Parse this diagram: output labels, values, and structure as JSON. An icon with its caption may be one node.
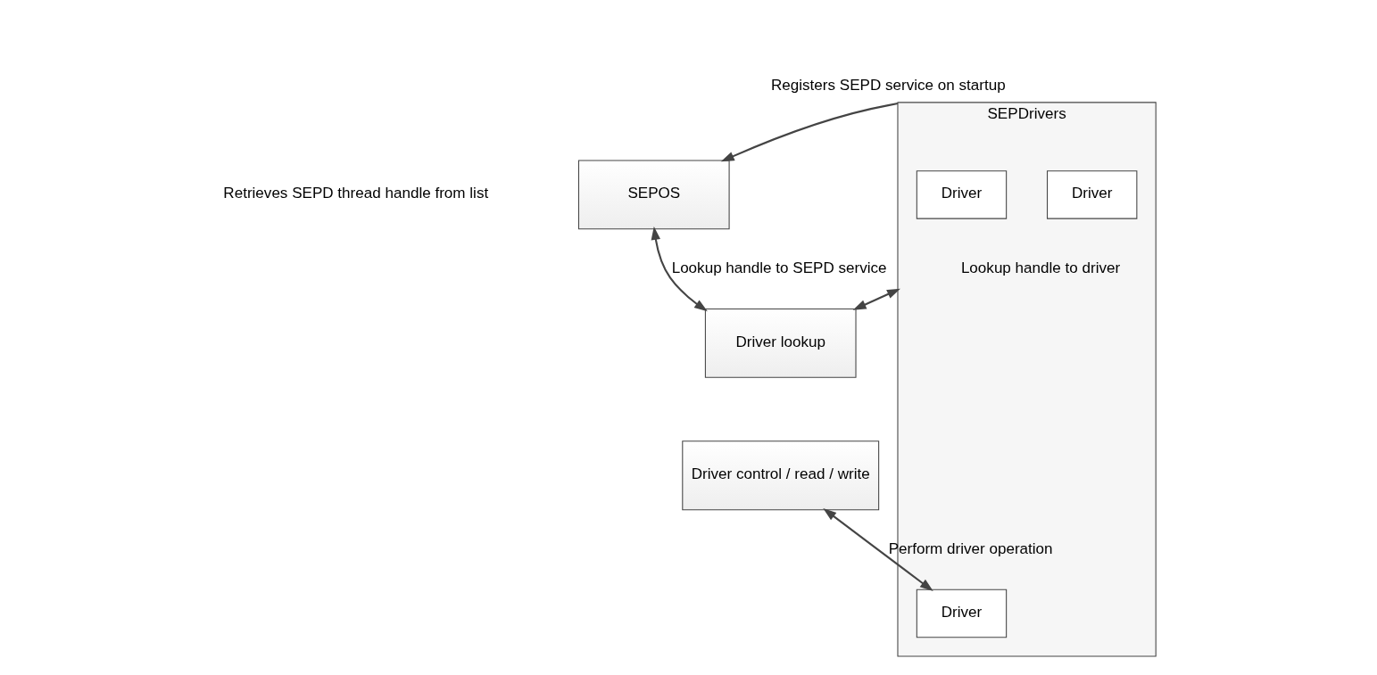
{
  "diagram": {
    "nodes": [
      {
        "text": [
          "SEPOS"
        ]
      },
      {
        "text": [
          "SEPDrivers"
        ]
      },
      {
        "text": [
          "Driver"
        ],
        "in": 1
      },
      {
        "text": [
          "Driver"
        ],
        "in": 1
      },
      {
        "text": [
          "Driver"
        ],
        "in": 1
      },
      {
        "text": [
          "Driver lookup"
        ]
      },
      {
        "text": [
          "Driver control / read / write"
        ]
      }
    ],
    "edges": [
      {
        "from": 1,
        "to": 0,
        "arrow": "to",
        "label": "Registers SEPD service on startup"
      },
      {
        "from": 0,
        "to": 5,
        "arrow": "both",
        "label": "Lookup handle to SEPD service"
      },
      {
        "from": 5,
        "to": 1,
        "arrow": "both",
        "label": "Lookup handle to driver"
      },
      {
        "from": 6,
        "to": 4,
        "arrow": "both",
        "label": "Perform driver operation"
      }
    ],
    "labels": [
      "Retrieves SEPD thread handle from list"
    ]
  }
}
